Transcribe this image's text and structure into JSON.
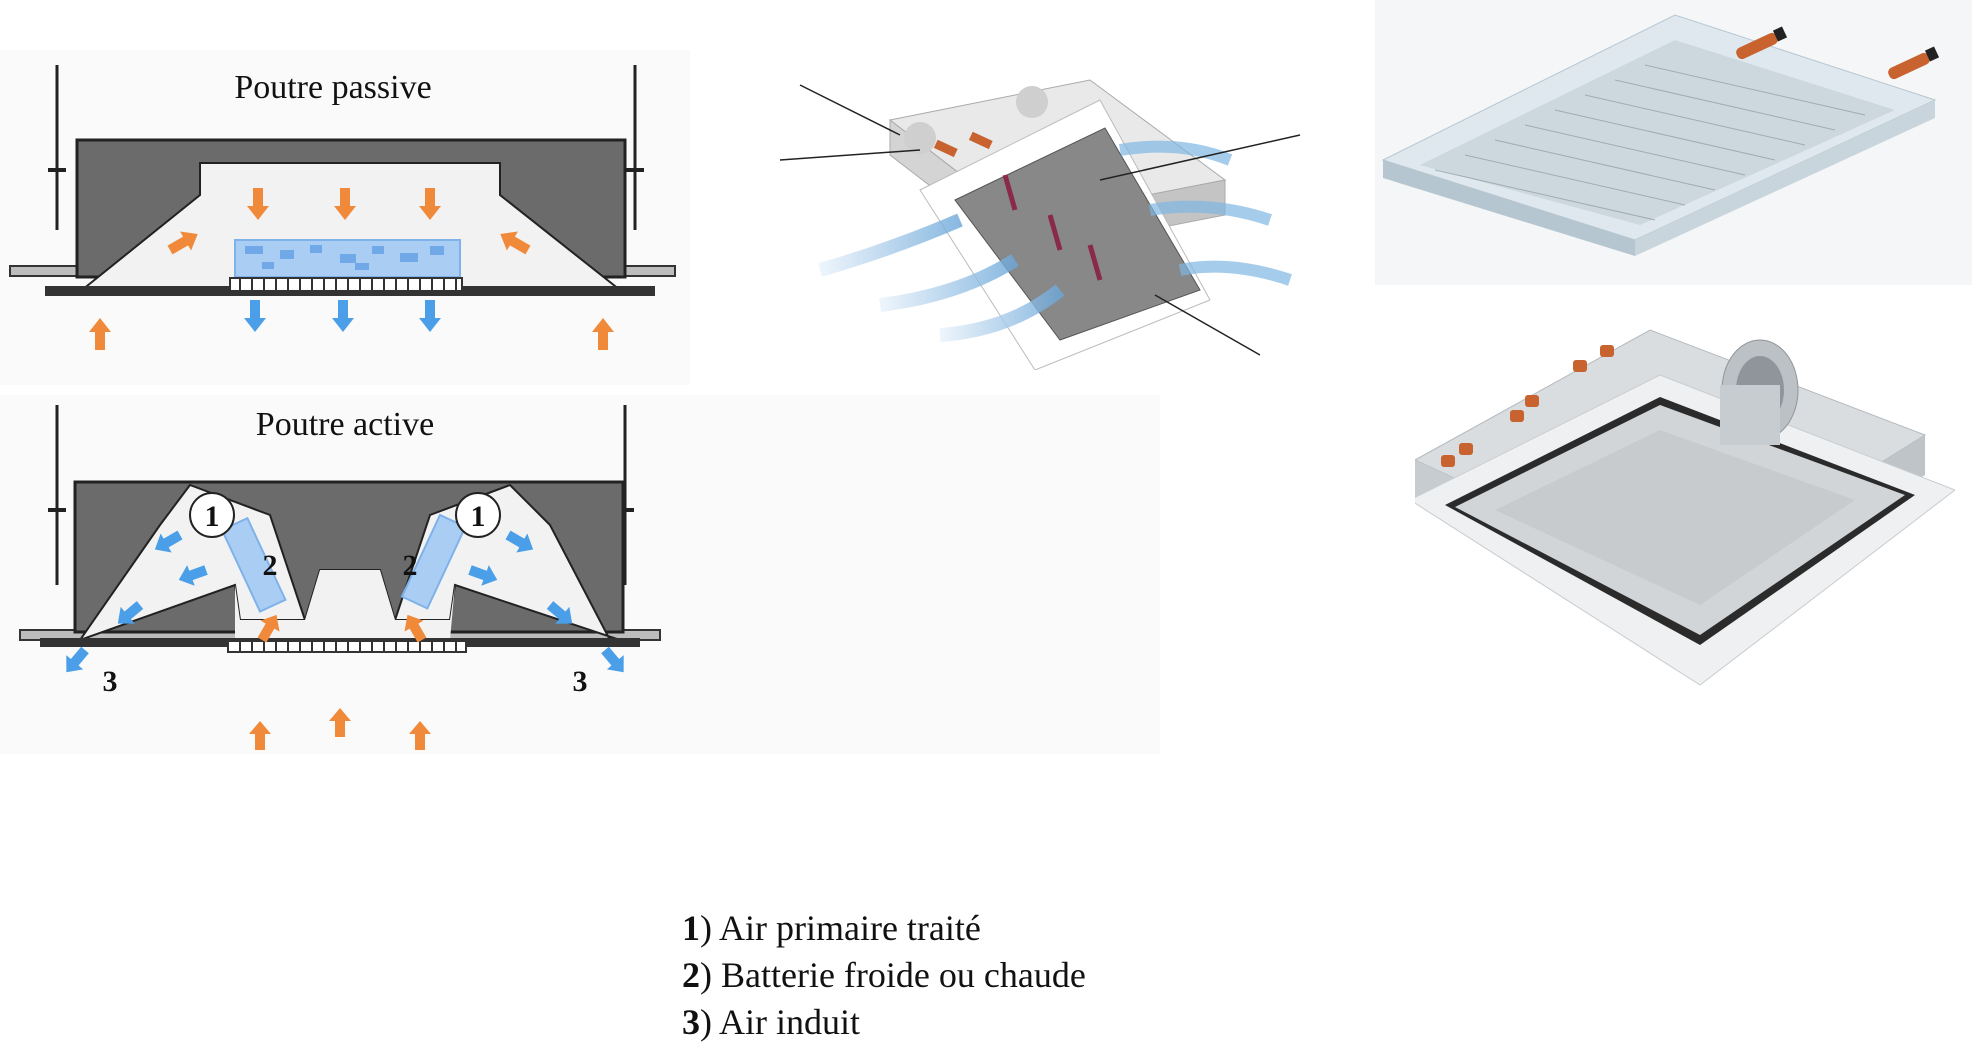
{
  "passive": {
    "title": "Poutre passive"
  },
  "active": {
    "title": "Poutre active",
    "markers": {
      "primary": "1",
      "coil": "2",
      "induced": "3"
    }
  },
  "legend": [
    {
      "num": "1",
      "text": ") Air primaire traité"
    },
    {
      "num": "2",
      "text": ") Batterie froide ou chaude"
    },
    {
      "num": "3",
      "text": ") Air induit"
    }
  ],
  "colors": {
    "housing": "#6b6b6b",
    "interior": "#f2f2f2",
    "warm_arrow": "#f08a3a",
    "cool_arrow": "#4a9fe8",
    "coil": "#aacdf3",
    "copper": "#c8622f"
  }
}
